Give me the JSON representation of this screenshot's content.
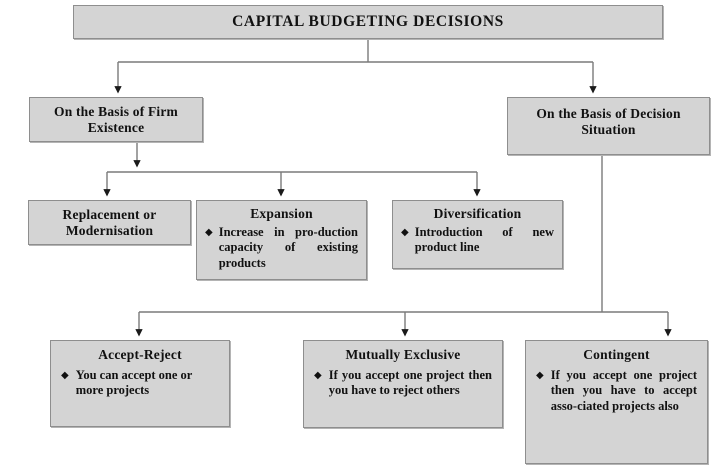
{
  "diagram": {
    "title": "CAPITAL BUDGETING DECISIONS",
    "bullet_glyph": "◆",
    "colors": {
      "box_fill": "#d4d4d4",
      "box_border": "#8e8e8e",
      "connector": "#7a7a7a",
      "text": "#111111",
      "background": "#ffffff"
    },
    "root": {
      "label": "CAPITAL BUDGETING DECISIONS"
    },
    "branches": [
      {
        "id": "firm-existence",
        "title_line1": "On the Basis of Firm",
        "title_line2": "Existence"
      },
      {
        "id": "decision-situation",
        "title_line1": "On the Basis of Decision",
        "title_line2": "Situation"
      }
    ],
    "firm_existence_children": [
      {
        "id": "replacement",
        "title_line1": "Replacement or",
        "title_line2": "Modernisation",
        "bullet": ""
      },
      {
        "id": "expansion",
        "title": "Expansion",
        "bullet": "Increase in pro-duction capacity of existing products"
      },
      {
        "id": "diversification",
        "title": "Diversification",
        "bullet": "Introduction of new product line"
      }
    ],
    "decision_situation_children": [
      {
        "id": "accept-reject",
        "title": "Accept-Reject",
        "bullet": "You can accept one or more projects"
      },
      {
        "id": "mutually-exclusive",
        "title": "Mutually Exclusive",
        "bullet": "If you accept one project then you have to reject others"
      },
      {
        "id": "contingent",
        "title": "Contingent",
        "bullet": "If you accept one project then you have to accept asso-ciated projects also"
      }
    ]
  }
}
